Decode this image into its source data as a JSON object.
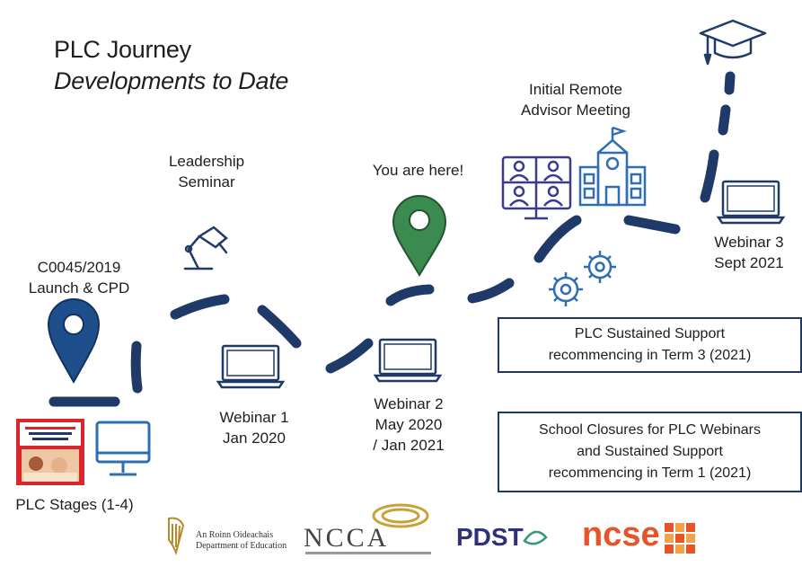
{
  "title": "PLC Journey",
  "subtitle": "Developments to Date",
  "milestones": {
    "launch": {
      "line1": "C0045/2019",
      "line2": "Launch & CPD"
    },
    "leadership": {
      "line1": "Leadership",
      "line2": "Seminar"
    },
    "webinar1": {
      "line1": "Webinar 1",
      "line2": "Jan 2020"
    },
    "here": {
      "line1": "You are here!"
    },
    "webinar2": {
      "line1": "Webinar 2",
      "line2": "May 2020",
      "line3": "/ Jan 2021"
    },
    "remote": {
      "line1": "Initial Remote",
      "line2": "Advisor Meeting"
    },
    "webinar3": {
      "line1": "Webinar 3",
      "line2": "Sept 2021"
    },
    "stages": {
      "line1": "PLC Stages (1-4)"
    }
  },
  "boxes": {
    "sustained": {
      "line1": "PLC Sustained Support",
      "line2": "recommencing in Term 3 (2021)"
    },
    "closures": {
      "line1": "School Closures for PLC Webinars",
      "line2": "and Sustained Support",
      "line3": "recommencing in Term 1 (2021)"
    }
  },
  "logos": {
    "doe": {
      "line1": "An Roinn Oideachais",
      "line2": "Department of Education"
    },
    "ncca": {
      "name": "NCCA"
    },
    "pdst": {
      "name": "PDST"
    },
    "ncse": {
      "name": "ncse"
    }
  },
  "colors": {
    "path": "#1f3a68",
    "pin_blue": "#1f4e8c",
    "pin_green": "#3b8a4f",
    "icon": "#1f3a68",
    "box_border": "#1f3a68",
    "ncse_orange": "#e8542a"
  },
  "icons": [
    "map-pin-icon",
    "laptop-icon",
    "desk-lamp-icon",
    "video-call-icon",
    "school-building-icon",
    "gears-icon",
    "graduation-cap-icon",
    "desktop-computer-icon"
  ]
}
